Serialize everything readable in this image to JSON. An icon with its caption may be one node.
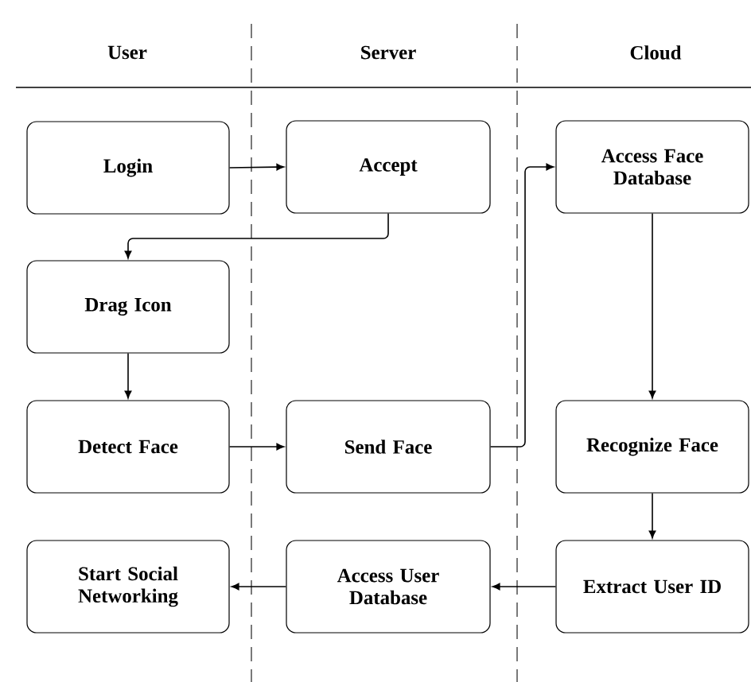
{
  "diagram": {
    "nodes": [
      {
        "text": [
          "Login"
        ]
      },
      {
        "text": [
          "Accept"
        ]
      },
      {
        "text": [
          "Access Face Database"
        ]
      },
      {
        "text": [
          "Drag Icon"
        ]
      },
      {
        "text": [
          "Detect Face"
        ]
      },
      {
        "text": [
          "Send Face"
        ]
      },
      {
        "text": [
          "Recognize Face"
        ]
      },
      {
        "text": [
          "Start Social Networking"
        ]
      },
      {
        "text": [
          "Access User Database"
        ]
      },
      {
        "text": [
          "Extract User ID"
        ]
      }
    ],
    "edges": [
      {
        "from": 0,
        "to": 1,
        "arrow": "to"
      },
      {
        "from": 1,
        "to": 3,
        "arrow": "to"
      },
      {
        "from": 3,
        "to": 4,
        "arrow": "to"
      },
      {
        "from": 4,
        "to": 5,
        "arrow": "to"
      },
      {
        "from": 5,
        "to": 2,
        "arrow": "to"
      },
      {
        "from": 2,
        "to": 6,
        "arrow": "to"
      },
      {
        "from": 6,
        "to": 9,
        "arrow": "to"
      },
      {
        "from": 9,
        "to": 8,
        "arrow": "to"
      },
      {
        "from": 8,
        "to": 7,
        "arrow": "to"
      }
    ],
    "labels": [
      "User",
      "Server",
      "Cloud"
    ]
  }
}
